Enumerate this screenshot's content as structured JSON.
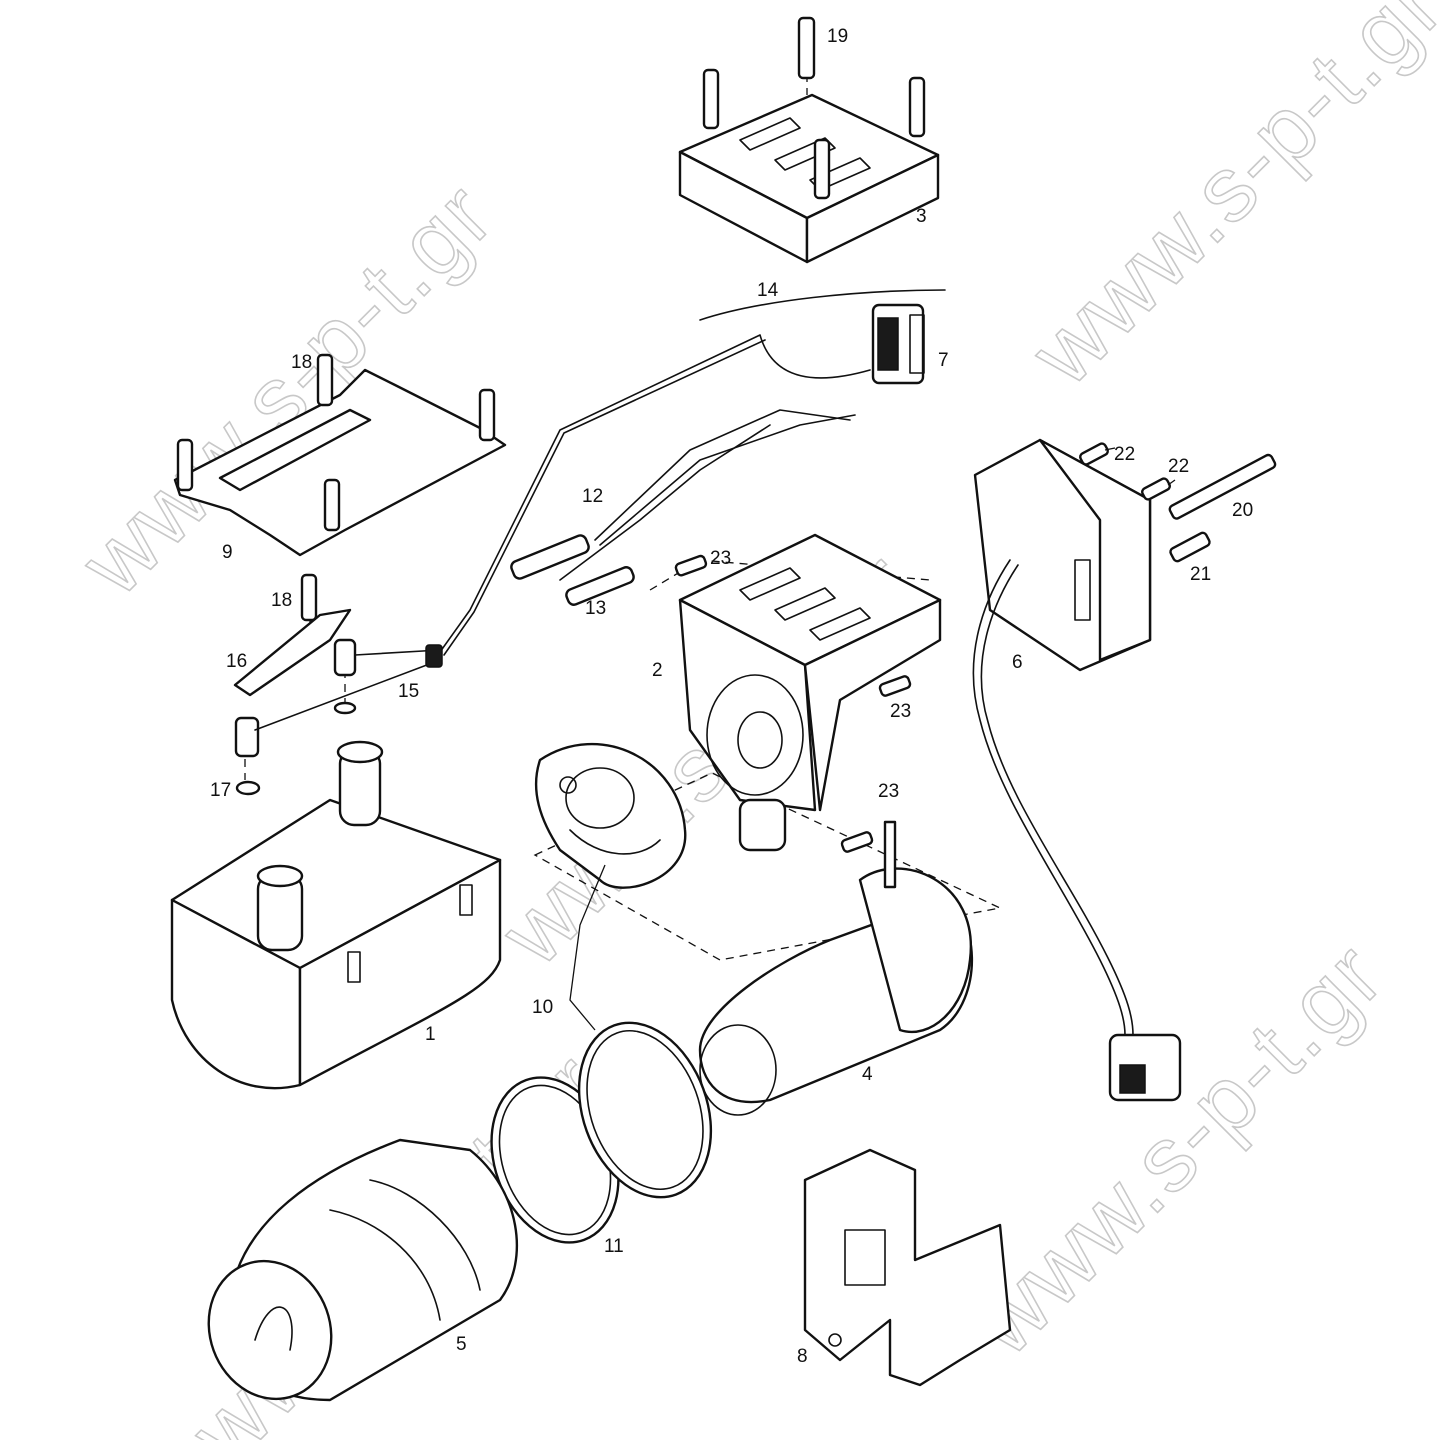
{
  "watermark": "www.s-p-t.gr",
  "callouts": [
    "1",
    "2",
    "3",
    "4",
    "5",
    "6",
    "7",
    "8",
    "9",
    "10",
    "11",
    "12",
    "13",
    "14",
    "15",
    "16",
    "17",
    "18",
    "18",
    "19",
    "20",
    "21",
    "22",
    "22",
    "23",
    "23",
    "23"
  ],
  "colors": {
    "line": "#111111",
    "background": "#ffffff",
    "watermark": "#c8c8c8"
  }
}
